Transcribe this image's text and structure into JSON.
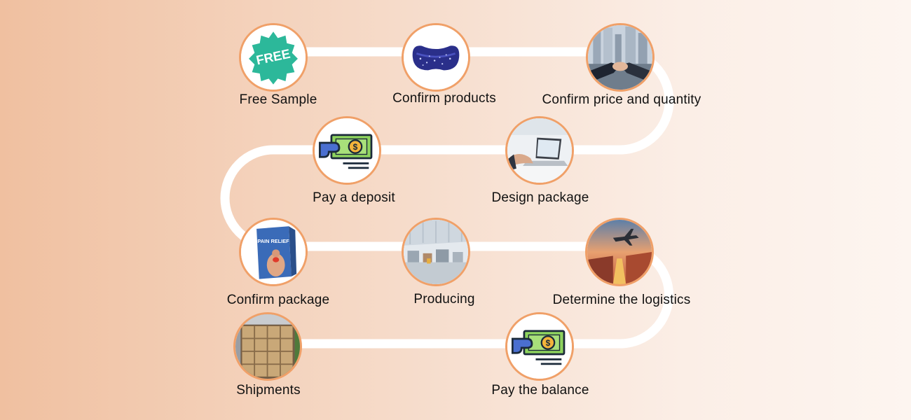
{
  "steps": [
    {
      "label": "Free Sample",
      "icon": "free-badge-icon",
      "badge_text": "FREE"
    },
    {
      "label": "Confirm products",
      "icon": "neck-pillow-product-icon"
    },
    {
      "label": "Confirm price and quantity",
      "icon": "handshake-icon"
    },
    {
      "label": "Design package",
      "icon": "laptop-design-icon"
    },
    {
      "label": "Pay a deposit",
      "icon": "money-payment-icon"
    },
    {
      "label": "Confirm package",
      "icon": "product-box-icon",
      "box_text": "PAIN RELIEF"
    },
    {
      "label": "Producing",
      "icon": "factory-icon"
    },
    {
      "label": "Determine the logistics",
      "icon": "airplane-logistics-icon"
    },
    {
      "label": "Pay the balance",
      "icon": "money-payment-icon"
    },
    {
      "label": "Shipments",
      "icon": "shipping-container-icon"
    }
  ],
  "colors": {
    "node_border": "#f0a068",
    "path": "#ffffff",
    "money_green": "#8fd45e",
    "badge_teal": "#2cb89a"
  }
}
